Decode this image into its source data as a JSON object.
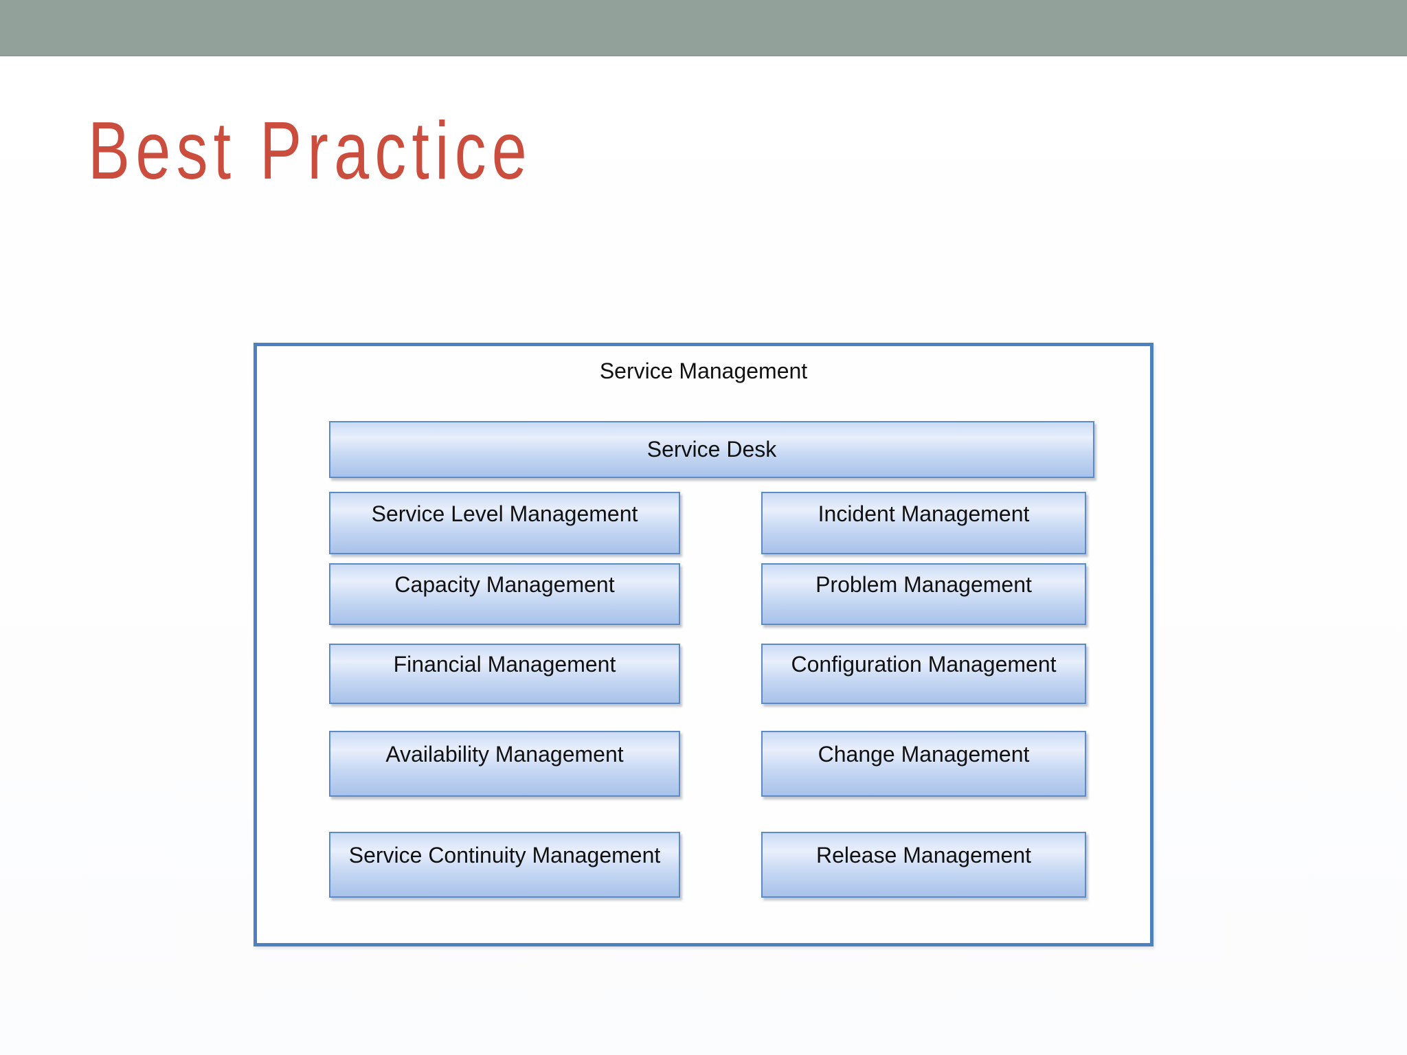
{
  "slide": {
    "title": "Best Practice"
  },
  "colors": {
    "header_bar": "#93A19B",
    "title_text": "#CB4D3D",
    "container_border": "#4D80BF",
    "box_border": "#5B8AC5",
    "box_gradient_top": "#CADBF5",
    "box_gradient_highlight": "#E9EFFC",
    "box_gradient_bottom": "#A8C2EA",
    "label_text": "#111111"
  },
  "diagram": {
    "title": "Service Management",
    "service_desk_label": "Service Desk",
    "left_column": [
      "Service Level Management",
      "Capacity Management",
      "Financial Management",
      "Availability Management",
      "Service Continuity Management"
    ],
    "right_column": [
      "Incident Management",
      "Problem Management",
      "Configuration Management",
      "Change Management",
      "Release Management"
    ]
  }
}
